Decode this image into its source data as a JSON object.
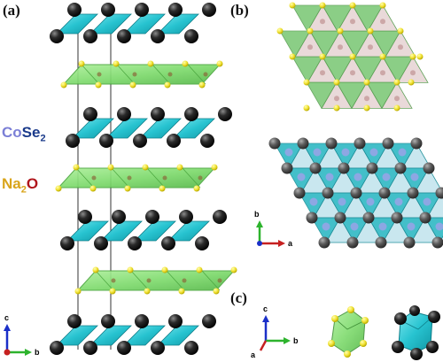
{
  "panels": {
    "a": "(a)",
    "b": "(b)",
    "c": "(c)"
  },
  "formulas": {
    "cose2": {
      "part1": "Co",
      "part2": "Se",
      "sub": "2",
      "color1": "#7b7fd6",
      "color2": "#1a3a8a"
    },
    "na2o": {
      "part1": "Na",
      "sub": "2",
      "part2": "O",
      "color1": "#d9a41a",
      "color2": "#b0151b"
    }
  },
  "axes": {
    "a": {
      "c": "c",
      "b": "b"
    },
    "b": {
      "b": "b",
      "a": "a"
    },
    "c": {
      "c": "c",
      "b": "b",
      "a": "a"
    }
  },
  "colors": {
    "cose2_layer": "#25c2cf",
    "na2o_layer": "#7fdb6e",
    "se_atom": "#1a1a1a",
    "o_atom": "#f2e83c",
    "cell_line": "#333333"
  }
}
